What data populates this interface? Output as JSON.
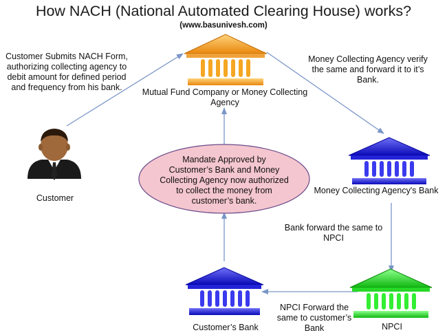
{
  "title": "How NACH (National Automated Clearing House) works?",
  "subtitle": "(www.basunivesh.com)",
  "nodes": {
    "mutual_fund": {
      "label": "Mutual Fund Company or Money Collecting Agency",
      "color": "#f5a623"
    },
    "agency_bank": {
      "label": "Money Collecting Agency's Bank",
      "color": "#1a1adf"
    },
    "npci": {
      "label": "NPCI",
      "color": "#22dd22"
    },
    "customers_bank": {
      "label": "Customer’s Bank",
      "color": "#1a1adf"
    },
    "customer": {
      "label": "Customer"
    }
  },
  "steps": {
    "submit_form": "Customer Submits NACH Form, authorizing collecting agency to debit amount for defined period and frequency from his bank.",
    "agency_verify": "Money Collecting Agency verify the same and forward it to it’s Bank.",
    "bank_forward": "Bank forward the same to NPCI",
    "npci_forward": "NPCI Forward the same to customer’s Bank",
    "mandate_approved": "Mandate Approved by Customer’s Bank and Money Collecting Agency now authorized to collect the money from customer’s bank."
  },
  "colors": {
    "arrow": "#7a96c8",
    "ellipse_fill": "#f4c6cf",
    "ellipse_stroke": "#6a4a8a"
  }
}
